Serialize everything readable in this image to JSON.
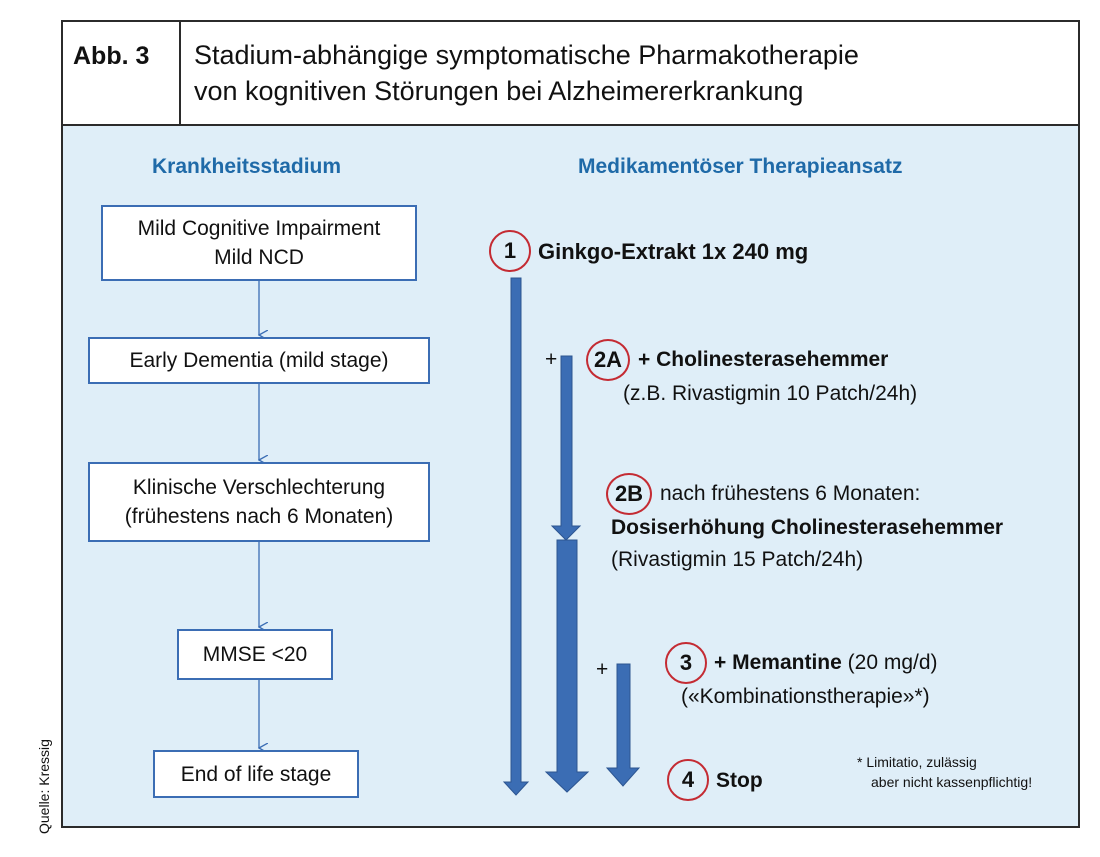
{
  "header": {
    "label": "Abb. 3",
    "title_line1": "Stadium-abhängige symptomatische Pharmakotherapie",
    "title_line2": "von kognitiven Störungen bei Alzheimererkrankung"
  },
  "columns": {
    "left": "Krankheitsstadium",
    "right": "Medikamentöser Therapieansatz"
  },
  "stages": [
    {
      "line1": "Mild Cognitive Impairment",
      "line2": "Mild NCD"
    },
    {
      "line1": "Early Dementia (mild stage)",
      "line2": ""
    },
    {
      "line1": "Klinische Verschlechterung",
      "line2": "(frühestens nach 6 Monaten)"
    },
    {
      "line1": "MMSE <20",
      "line2": ""
    },
    {
      "line1": "End of life stage",
      "line2": ""
    }
  ],
  "steps": {
    "s1": {
      "num": "1",
      "text": "Ginkgo-Extrakt 1x 240 mg"
    },
    "s2a": {
      "num": "2A",
      "plus": "+",
      "text": "+ Cholinesterasehemmer",
      "sub": "(z.B. Rivastigmin 10 Patch/24h)"
    },
    "s2b": {
      "num": "2B",
      "text": "nach frühestens 6 Monaten:",
      "bold": "Dosiserhöhung Cholinesterasehemmer",
      "sub": "(Rivastigmin 15 Patch/24h)"
    },
    "s3": {
      "num": "3",
      "plus": "+",
      "bold": "+ Memantine",
      "dose": "(20 mg/d)",
      "sub": "(«Kombinationstherapie»*)"
    },
    "s4": {
      "num": "4",
      "text": "Stop"
    }
  },
  "footnote": {
    "line1": "* Limitatio, zulässig",
    "line2": "aber nicht kassenpflichtig!"
  },
  "source": "Quelle: Kressig",
  "colors": {
    "accent_blue": "#3b6db4",
    "heading_blue": "#1f6aa8",
    "circle_red": "#c42b33",
    "panel_bg": "#dfeef8"
  }
}
